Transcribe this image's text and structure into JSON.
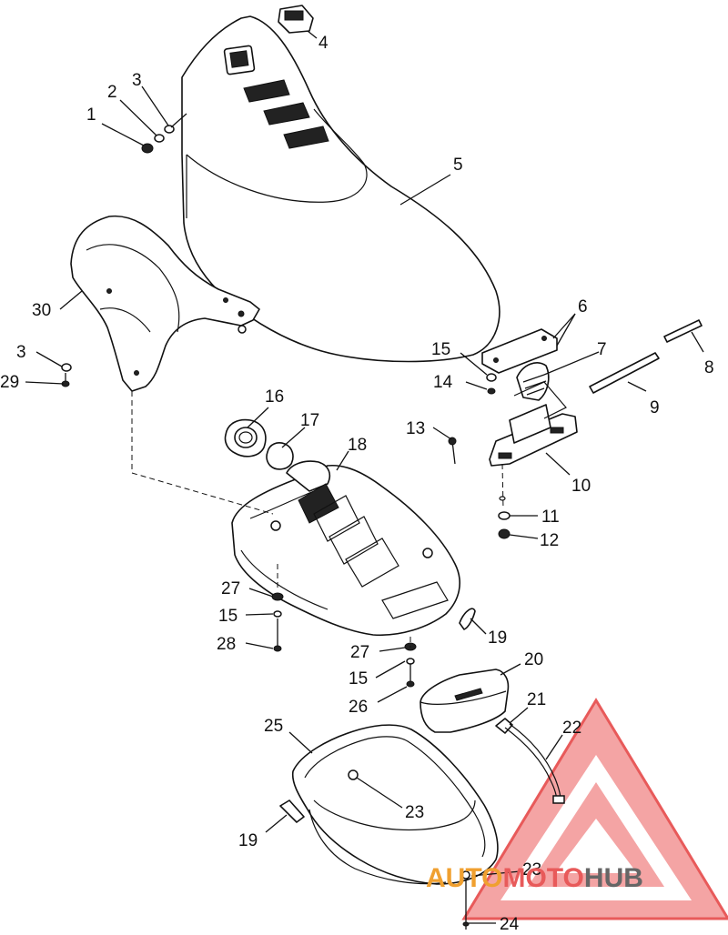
{
  "callouts": [
    "1",
    "2",
    "3",
    "4",
    "5",
    "6",
    "7",
    "8",
    "9",
    "10",
    "11",
    "12",
    "13",
    "14",
    "15",
    "16",
    "17",
    "18",
    "19",
    "20",
    "21",
    "22",
    "23",
    "24",
    "25",
    "26",
    "27",
    "28",
    "29",
    "30"
  ],
  "callout_dup": {
    "c3b": "3",
    "c15b": "15",
    "c15c": "15",
    "c19b": "19",
    "c23b": "23",
    "c27b": "27"
  },
  "watermark": {
    "part1": "AUTO",
    "part2": "MOTO",
    "part3": "HUB"
  },
  "colors": {
    "line": "#111111",
    "watermark_red": "#e85a5a",
    "watermark_grey": "#666666",
    "watermark_orange": "#f0a030"
  }
}
